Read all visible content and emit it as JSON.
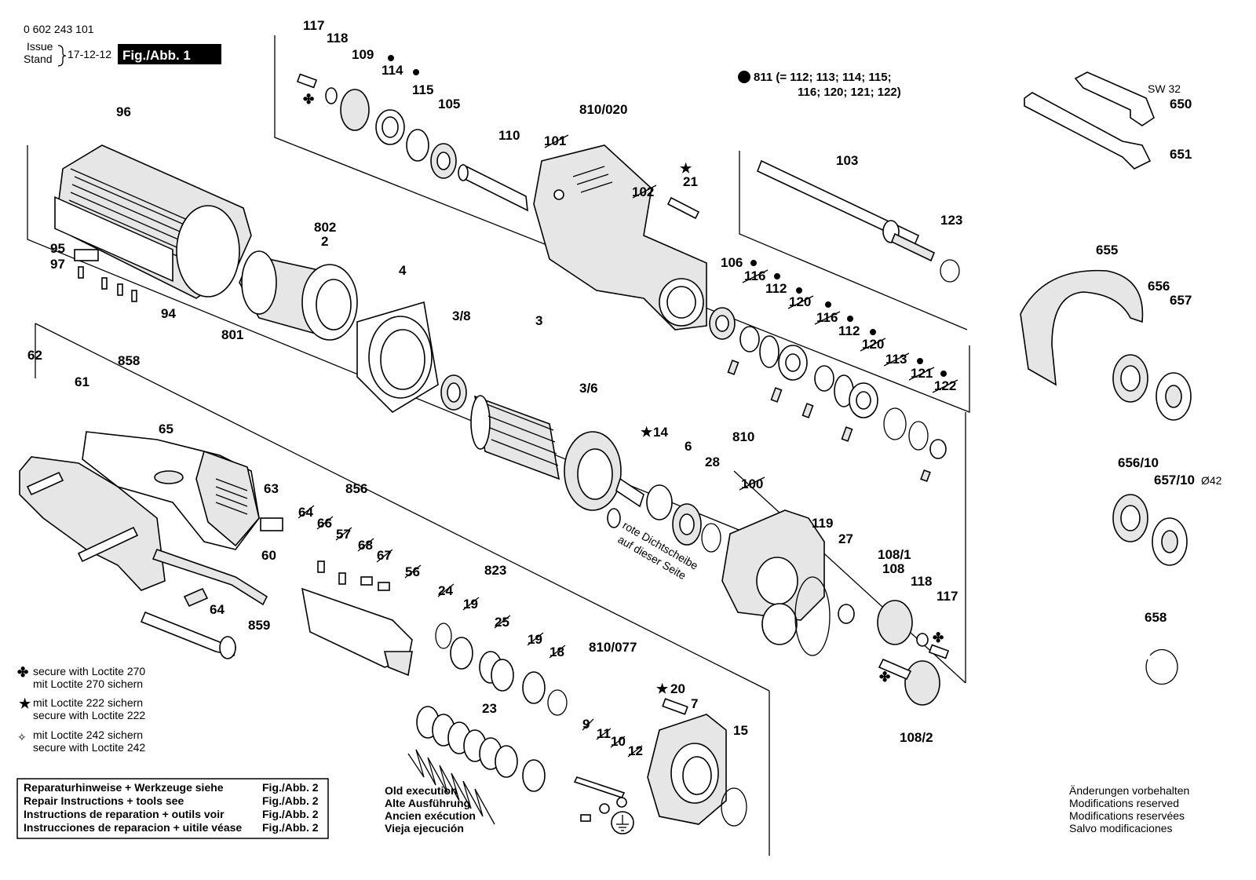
{
  "header": {
    "doc_number": "0 602 243 101",
    "issue_label": "Issue",
    "stand_label": "Stand",
    "date": "17-12-12",
    "figure_tag": "Fig./Abb. 1"
  },
  "set_note": {
    "line1": "811 (= 112; 113; 114; 115;",
    "line2": "116; 120; 121; 122)"
  },
  "parts": [
    {
      "id": "p117a",
      "label": "117"
    },
    {
      "id": "p118a",
      "label": "118"
    },
    {
      "id": "p109",
      "label": "109"
    },
    {
      "id": "p114",
      "label": "114"
    },
    {
      "id": "p115",
      "label": "115"
    },
    {
      "id": "p105",
      "label": "105"
    },
    {
      "id": "p110",
      "label": "110"
    },
    {
      "id": "p810_020",
      "label": "810/020"
    },
    {
      "id": "p101",
      "label": "101"
    },
    {
      "id": "p102",
      "label": "102"
    },
    {
      "id": "p21",
      "label": "21"
    },
    {
      "id": "p103",
      "label": "103"
    },
    {
      "id": "p123",
      "label": "123"
    },
    {
      "id": "p96",
      "label": "96"
    },
    {
      "id": "p802",
      "label": "802"
    },
    {
      "id": "p2",
      "label": "2"
    },
    {
      "id": "p95",
      "label": "95"
    },
    {
      "id": "p97",
      "label": "97"
    },
    {
      "id": "p94",
      "label": "94"
    },
    {
      "id": "p801",
      "label": "801"
    },
    {
      "id": "p4",
      "label": "4"
    },
    {
      "id": "p106",
      "label": "106"
    },
    {
      "id": "p116a",
      "label": "116"
    },
    {
      "id": "p112a",
      "label": "112"
    },
    {
      "id": "p120a",
      "label": "120"
    },
    {
      "id": "p116b",
      "label": "116"
    },
    {
      "id": "p112b",
      "label": "112"
    },
    {
      "id": "p120b",
      "label": "120"
    },
    {
      "id": "p113",
      "label": "113"
    },
    {
      "id": "p121",
      "label": "121"
    },
    {
      "id": "p122",
      "label": "122"
    },
    {
      "id": "p3_8",
      "label": "3/8"
    },
    {
      "id": "p3",
      "label": "3"
    },
    {
      "id": "p3_6",
      "label": "3/6"
    },
    {
      "id": "p62",
      "label": "62"
    },
    {
      "id": "p61",
      "label": "61"
    },
    {
      "id": "p858",
      "label": "858"
    },
    {
      "id": "p65",
      "label": "65"
    },
    {
      "id": "p63",
      "label": "63"
    },
    {
      "id": "p60",
      "label": "60"
    },
    {
      "id": "p64",
      "label": "64"
    },
    {
      "id": "p859",
      "label": "859"
    },
    {
      "id": "p856",
      "label": "856"
    },
    {
      "id": "p64b",
      "label": "64"
    },
    {
      "id": "p66",
      "label": "66"
    },
    {
      "id": "p57",
      "label": "57"
    },
    {
      "id": "p68",
      "label": "68"
    },
    {
      "id": "p67",
      "label": "67"
    },
    {
      "id": "p56",
      "label": "56"
    },
    {
      "id": "p14",
      "label": "14"
    },
    {
      "id": "p6",
      "label": "6"
    },
    {
      "id": "p28",
      "label": "28"
    },
    {
      "id": "p810",
      "label": "810"
    },
    {
      "id": "p100",
      "label": "100"
    },
    {
      "id": "p119",
      "label": "119"
    },
    {
      "id": "p27",
      "label": "27"
    },
    {
      "id": "p108_1",
      "label": "108/1"
    },
    {
      "id": "p108",
      "label": "108"
    },
    {
      "id": "p118b",
      "label": "118"
    },
    {
      "id": "p117b",
      "label": "117"
    },
    {
      "id": "p108_2",
      "label": "108/2"
    },
    {
      "id": "p823",
      "label": "823"
    },
    {
      "id": "p24",
      "label": "24"
    },
    {
      "id": "p19a",
      "label": "19"
    },
    {
      "id": "p25",
      "label": "25"
    },
    {
      "id": "p19b",
      "label": "19"
    },
    {
      "id": "p18",
      "label": "18"
    },
    {
      "id": "p23",
      "label": "23"
    },
    {
      "id": "p810_077",
      "label": "810/077"
    },
    {
      "id": "p9",
      "label": "9"
    },
    {
      "id": "p11",
      "label": "11"
    },
    {
      "id": "p10",
      "label": "10"
    },
    {
      "id": "p12",
      "label": "12"
    },
    {
      "id": "p20",
      "label": "20"
    },
    {
      "id": "p7",
      "label": "7"
    },
    {
      "id": "p15",
      "label": "15"
    },
    {
      "id": "p650",
      "label": "650"
    },
    {
      "id": "p651",
      "label": "651"
    },
    {
      "id": "p655",
      "label": "655"
    },
    {
      "id": "p656",
      "label": "656"
    },
    {
      "id": "p657",
      "label": "657"
    },
    {
      "id": "p656_10",
      "label": "656/10"
    },
    {
      "id": "p657_10",
      "label": "657/10"
    },
    {
      "id": "p658",
      "label": "658"
    }
  ],
  "misc": {
    "sw32": "SW 32",
    "diameter": "Ø42",
    "seal_note_1": "rote Dichtscheibe",
    "seal_note_2": "auf dieser Seite"
  },
  "legend": {
    "l270_1": "secure with Loctite 270",
    "l270_2": "mit Loctite 270 sichern",
    "l222_1": "mit Loctite 222 sichern",
    "l222_2": "secure with Loctite 222",
    "l242_1": "mit Loctite 242 sichern",
    "l242_2": "secure with Loctite 242"
  },
  "repair_box": {
    "rows": [
      {
        "text": "Reparaturhinweise + Werkzeuge siehe",
        "ref": "Fig./Abb. 2"
      },
      {
        "text": "Repair Instructions + tools see",
        "ref": "Fig./Abb. 2"
      },
      {
        "text": "Instructions de reparation + outils voir",
        "ref": "Fig./Abb. 2"
      },
      {
        "text": "Instrucciones de reparacion + uitile véase",
        "ref": "Fig./Abb. 2"
      }
    ]
  },
  "old_execution": {
    "l1": "Old execution",
    "l2": "Alte Ausführung",
    "l3": "Ancien exécution",
    "l4": "Vieja ejecución"
  },
  "modifications": {
    "l1": "Änderungen vorbehalten",
    "l2": "Modifications reserved",
    "l3": "Modifications reservées",
    "l4": "Salvo modificaciones"
  }
}
